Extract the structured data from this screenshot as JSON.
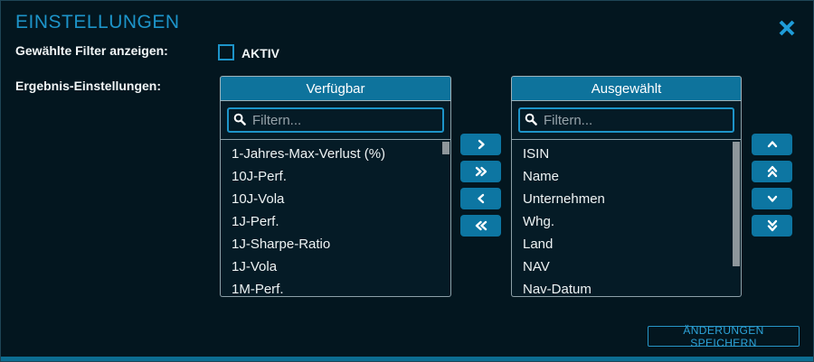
{
  "dialog": {
    "title": "EINSTELLUNGEN"
  },
  "filters_row": {
    "label": "Gewählte Filter anzeigen:",
    "checkbox_label": "AKTIV",
    "checkbox_checked": false
  },
  "results_row": {
    "label": "Ergebnis-Einstellungen:"
  },
  "available_panel": {
    "header": "Verfügbar",
    "filter_placeholder": "Filtern...",
    "filter_value": "",
    "items": [
      "1-Jahres-Max-Verlust (%)",
      "10J-Perf.",
      "10J-Vola",
      "1J-Perf.",
      "1J-Sharpe-Ratio",
      "1J-Vola",
      "1M-Perf."
    ]
  },
  "selected_panel": {
    "header": "Ausgewählt",
    "filter_placeholder": "Filtern...",
    "filter_value": "",
    "items": [
      "ISIN",
      "Name",
      "Unternehmen",
      "Whg.",
      "Land",
      "NAV",
      "Nav-Datum"
    ]
  },
  "icons": {
    "close": "x-mark",
    "search": "magnifier",
    "transfer": [
      "chevron-right",
      "chevron-double-right",
      "chevron-left",
      "chevron-double-left"
    ],
    "order": [
      "chevron-up",
      "chevron-double-up",
      "chevron-down",
      "chevron-double-down"
    ]
  },
  "save_button": {
    "label": "ÄNDERUNGEN SPEICHERN"
  },
  "colors": {
    "background": "#03161f",
    "accent_cyan": "#1d94c9",
    "teal_fill": "#0d76a2",
    "panel_border": "#8da0a8",
    "text_white": "#eef3f4",
    "placeholder_gray": "#97a3aa",
    "scrollbar_gray": "#8e969b",
    "bottom_bar": "#0c6d91"
  }
}
